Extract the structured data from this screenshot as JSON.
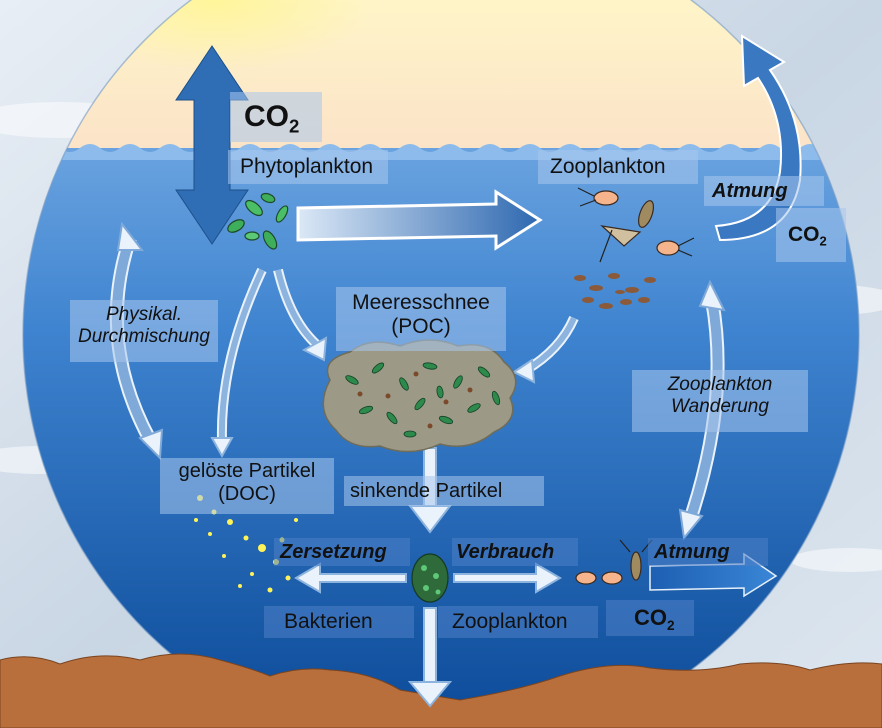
{
  "colors": {
    "sun": "#fff3a0",
    "ocean_top": "#7fb3e8",
    "ocean_bottom": "#0c4c9a",
    "arrow_light": "#d9e8f7",
    "arrow_dark": "#2f6db5",
    "seafloor": "#b7703c",
    "sky": "#e4ebf2"
  },
  "labels": {
    "co2_top": "CO",
    "co2_top_sub": "2",
    "phytoplankton": "Phytoplankton",
    "zooplankton_top": "Zooplankton",
    "atmung_top": "Atmung",
    "co2_right": "CO",
    "co2_right_sub": "2",
    "physikal_line1": "Physikal.",
    "physikal_line2": "Durchmischung",
    "meeresschnee_line1": "Meeresschnee",
    "meeresschnee_line2": "(POC)",
    "zoo_wanderung_line1": "Zooplankton",
    "zoo_wanderung_line2": "Wanderung",
    "geloeste_line1": "gelöste Partikel",
    "geloeste_line2": "(DOC)",
    "sinkende": "sinkende Partikel",
    "zersetzung": "Zersetzung",
    "verbrauch": "Verbrauch",
    "atmung_bottom": "Atmung",
    "bakterien": "Bakterien",
    "zooplankton_bottom": "Zooplankton",
    "co2_bottom": "CO",
    "co2_bottom_sub": "2"
  }
}
